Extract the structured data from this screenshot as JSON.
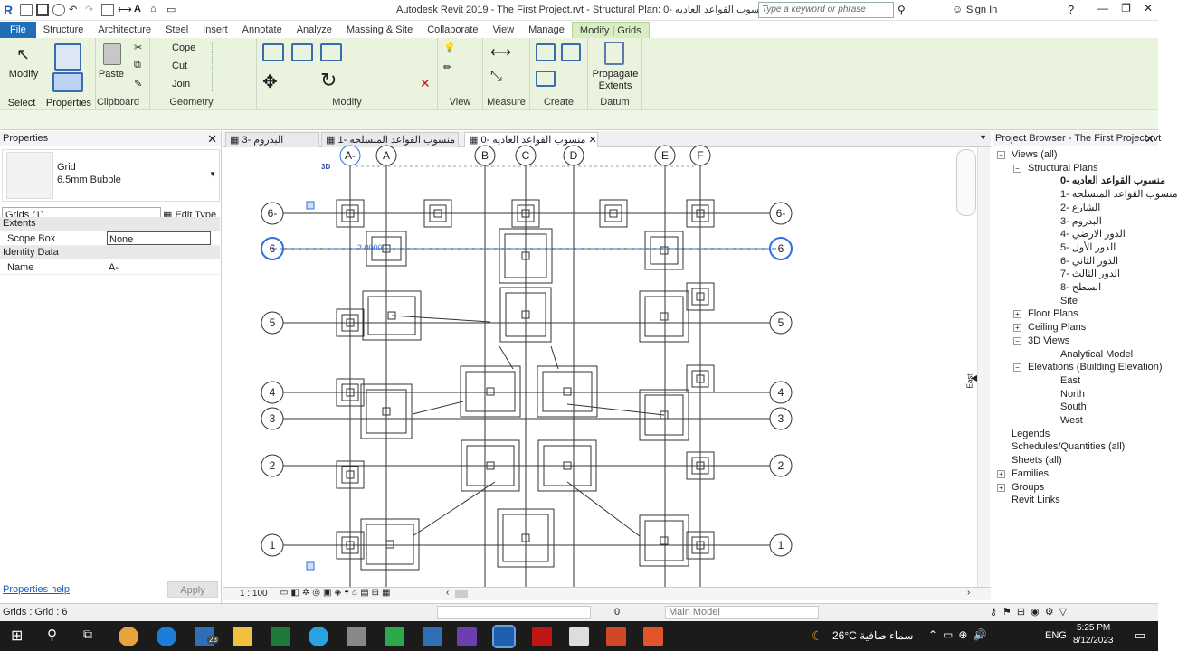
{
  "titlebar": {
    "title": "Autodesk Revit 2019 - The First Project.rvt - Structural Plan: 0- منسوب القواعد العاديه",
    "search_placeholder": "Type a keyword or phrase",
    "signin": "Sign In"
  },
  "tabs": [
    "File",
    "Structure",
    "Architecture",
    "Steel",
    "Insert",
    "Annotate",
    "Analyze",
    "Massing & Site",
    "Collaborate",
    "View",
    "Manage",
    "Modify | Grids"
  ],
  "ribbon": {
    "modify": "Modify",
    "select": "Select",
    "properties": "Properties",
    "paste": "Paste",
    "clipboard": "Clipboard",
    "cope": "Cope",
    "cut": "Cut",
    "join": "Join",
    "geometry": "Geometry",
    "modify_panel": "Modify",
    "view": "View",
    "measure": "Measure",
    "create": "Create",
    "propagate": "Propagate Extents",
    "datum": "Datum"
  },
  "properties": {
    "title": "Properties",
    "type_family": "Grid",
    "type_name": "6.5mm Bubble",
    "selector": "Grids (1)",
    "edit_type": "Edit Type",
    "cat_extents": "Extents",
    "scope_box_label": "Scope Box",
    "scope_box_value": "None",
    "cat_identity": "Identity Data",
    "name_label": "Name",
    "name_value": "A-",
    "help": "Properties help",
    "apply": "Apply"
  },
  "view_tabs": [
    "البدروم -3",
    "منسوب القواعد المنسلحه -1",
    "منسوب القواعد العاديه -0"
  ],
  "canvas": {
    "dim": "2.0000",
    "tag_3d": "3D",
    "grid_bubbles_top": [
      "A-",
      "A",
      "B",
      "C",
      "D",
      "E",
      "F"
    ],
    "grid_bubbles_left": [
      "6-",
      "6",
      "5",
      "4",
      "3",
      "2",
      "1"
    ],
    "grid_bubbles_right": [
      "6-",
      "6",
      "5",
      "4",
      "3",
      "2",
      "1"
    ],
    "compass": "East"
  },
  "view_control": {
    "scale": "1 : 100"
  },
  "browser": {
    "title": "Project Browser - The First Project.rvt",
    "items": [
      {
        "t": "Views (all)",
        "lvl": 0
      },
      {
        "t": "Structural Plans",
        "lvl": 1
      },
      {
        "t": "منسوب القواعد العاديه -0",
        "lvl": 2,
        "sel": true
      },
      {
        "t": "منسوب القواعد المنسلحه -1",
        "lvl": 2
      },
      {
        "t": "الشارع -2",
        "lvl": 2
      },
      {
        "t": "البدروم -3",
        "lvl": 2
      },
      {
        "t": "الدور الارضي -4",
        "lvl": 2
      },
      {
        "t": "الدور الأول -5",
        "lvl": 2
      },
      {
        "t": "الدور الثاني -6",
        "lvl": 2
      },
      {
        "t": "الدور الثالث -7",
        "lvl": 2
      },
      {
        "t": "السطح -8",
        "lvl": 2
      },
      {
        "t": "Site",
        "lvl": 2
      },
      {
        "t": "Floor Plans",
        "lvl": 1
      },
      {
        "t": "Ceiling Plans",
        "lvl": 1
      },
      {
        "t": "3D Views",
        "lvl": 1
      },
      {
        "t": "Analytical Model",
        "lvl": 2
      },
      {
        "t": "Elevations (Building Elevation)",
        "lvl": 1
      },
      {
        "t": "East",
        "lvl": 2
      },
      {
        "t": "North",
        "lvl": 2
      },
      {
        "t": "South",
        "lvl": 2
      },
      {
        "t": "West",
        "lvl": 2
      },
      {
        "t": "Legends",
        "lvl": 0
      },
      {
        "t": "Schedules/Quantities (all)",
        "lvl": 0
      },
      {
        "t": "Sheets (all)",
        "lvl": 0
      },
      {
        "t": "Families",
        "lvl": 0
      },
      {
        "t": "Groups",
        "lvl": 0
      },
      {
        "t": "Revit Links",
        "lvl": 0
      }
    ]
  },
  "status": {
    "left": "Grids : Grid : 6",
    "zero": ":0",
    "model": "Main Model"
  },
  "taskbar": {
    "weather": "26°C  سماء صافية",
    "lang": "ENG",
    "time": "5:25 PM",
    "date": "8/12/2023",
    "badge": "23"
  }
}
